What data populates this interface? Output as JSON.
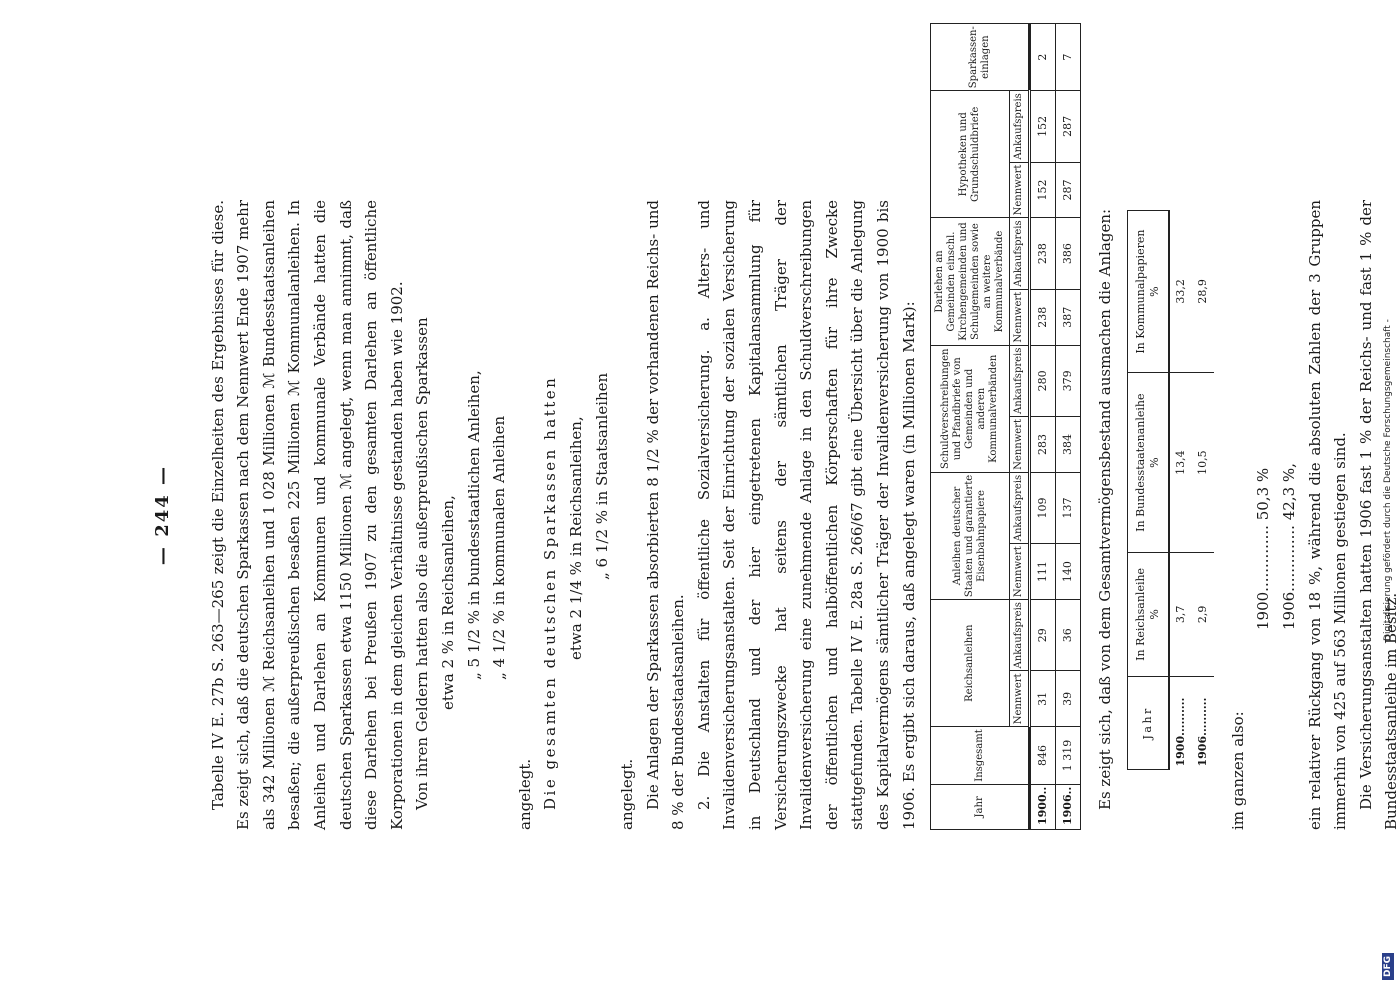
{
  "page_number": "— 244 —",
  "para1": "Tabelle IV E. 27b S. 263—265 zeigt die Einzelheiten des Ergebnisses für diese. Es zeigt sich, daß die deutschen Sparkassen nach dem Nennwert Ende 1907 mehr als 342 Millionen ℳ Reichsanleihen und 1 028 Millionen ℳ Bundesstaatsanleihen besaßen; die außerpreußischen besaßen 225 Millionen ℳ Kommunalanleihen. In Anleihen und Darlehen an Kommunen und kommunale Verbände hatten die deutschen Sparkassen etwa 1150 Millionen ℳ angelegt, wenn man annimmt, daß diese Darlehen bei Preußen 1907 zu den gesamten Darlehen an öffentliche Korporationen in dem gleichen Verhältnisse gestanden haben wie 1902.",
  "para2": "Von ihren Geldern hatten also die außerpreußischen Sparkassen",
  "list1": [
    "etwa 2 % in Reichsanleihen,",
    "„ 5 1/2 % in bundesstaatlichen Anleihen,",
    "„ 4 1/2 % in kommunalen Anleihen"
  ],
  "angelegt1": "angelegt.",
  "para3": "Die gesamten deutschen Sparkassen hatten",
  "list2": [
    "etwa 2 1/4 % in Reichsanleihen,",
    "„ 6 1/2 % in Staatsanleihen"
  ],
  "angelegt2": "angelegt.",
  "para4": "Die Anlagen der Sparkassen absorbierten 8 1/2 % der vorhandenen Reichs- und 8 % der Bundesstaatsanleihen.",
  "para5": "2. Die Anstalten für öffentliche Sozialversicherung. a. Alters- und Invalidenversicherungsanstalten. Seit der Einrichtung der sozialen Versicherung in Deutschland und der hier eingetretenen Kapitalansammlung für Versicherungszwecke hat seitens der sämtlichen Träger der Invalidenversicherung eine zunehmende Anlage in den Schuldverschreibungen der öffentlichen und halböffentlichen Körperschaften für ihre Zwecke stattgefunden. Tabelle IV E. 28a S. 266/67 gibt eine Übersicht über die Anlegung des Kapitalvermögens sämtlicher Träger der Invalidenversicherung von 1900 bis 1906. Es ergibt sich daraus, daß angelegt waren (in Millionen Mark):",
  "table1": {
    "h_jahr": "Jahr",
    "h_insgesamt": "Insgesamt",
    "h_groups": [
      "Reichsanleihen",
      "Anleihen deutscher Staaten und garantierte Eisenbahnpapiere",
      "Schuldverschreibungen und Pfandbriefe von Gemeinden und anderen Kommunalverbänden",
      "Darlehen an Gemeinden einschl. Kirchengemeinden und Schulgemeinden sowie an weitere Kommunalverbände",
      "Hypotheken und Grundschuldbriefe"
    ],
    "h_spar": "Sparkassen-einlagen",
    "h_nenn": "Nennwert",
    "h_ankauf": "Ankaufspreis",
    "rows": [
      {
        "year": "1900..",
        "total": "846",
        "v": [
          "31",
          "29",
          "111",
          "109",
          "283",
          "280",
          "238",
          "238",
          "152",
          "152"
        ],
        "spar": "2"
      },
      {
        "year": "1906..",
        "total": "1 319",
        "v": [
          "39",
          "36",
          "140",
          "137",
          "384",
          "379",
          "387",
          "386",
          "287",
          "287"
        ],
        "spar": "7"
      }
    ]
  },
  "para6": "Es zeigt sich, daß von dem Gesamtvermögensbestand ausmachen die Anlagen:",
  "table2": {
    "h_jahr": "Jahr",
    "cols": [
      "In Reichsanleihe",
      "In Bundesstaatenanleihe",
      "In Kommunalpapieren"
    ],
    "unit": "%",
    "rows": [
      {
        "year": "1900..........",
        "v": [
          "3,7",
          "13,4",
          "33,2"
        ]
      },
      {
        "year": "1906..........",
        "v": [
          "2,9",
          "10,5",
          "28,9"
        ]
      }
    ]
  },
  "imganzen": "im ganzen also:",
  "sum": [
    {
      "year": "1900..............",
      "val": "50,3 %"
    },
    {
      "year": "1906..............",
      "val": "42,3 %,"
    }
  ],
  "para7": "ein relativer Rückgang von 18 %, während die absoluten Zahlen der 3 Gruppen immerhin von 425 auf 563 Millionen gestiegen sind.",
  "para8": "Die Versicherungsanstalten hatten 1906 fast 1 % der Reichs- und fast 1 % der Bundesstaatsanleihe im Besitz.",
  "signature": "Digitalisierung gefördert durch die Deutsche Forschungsgemeinschaft -",
  "logo": "DFG"
}
